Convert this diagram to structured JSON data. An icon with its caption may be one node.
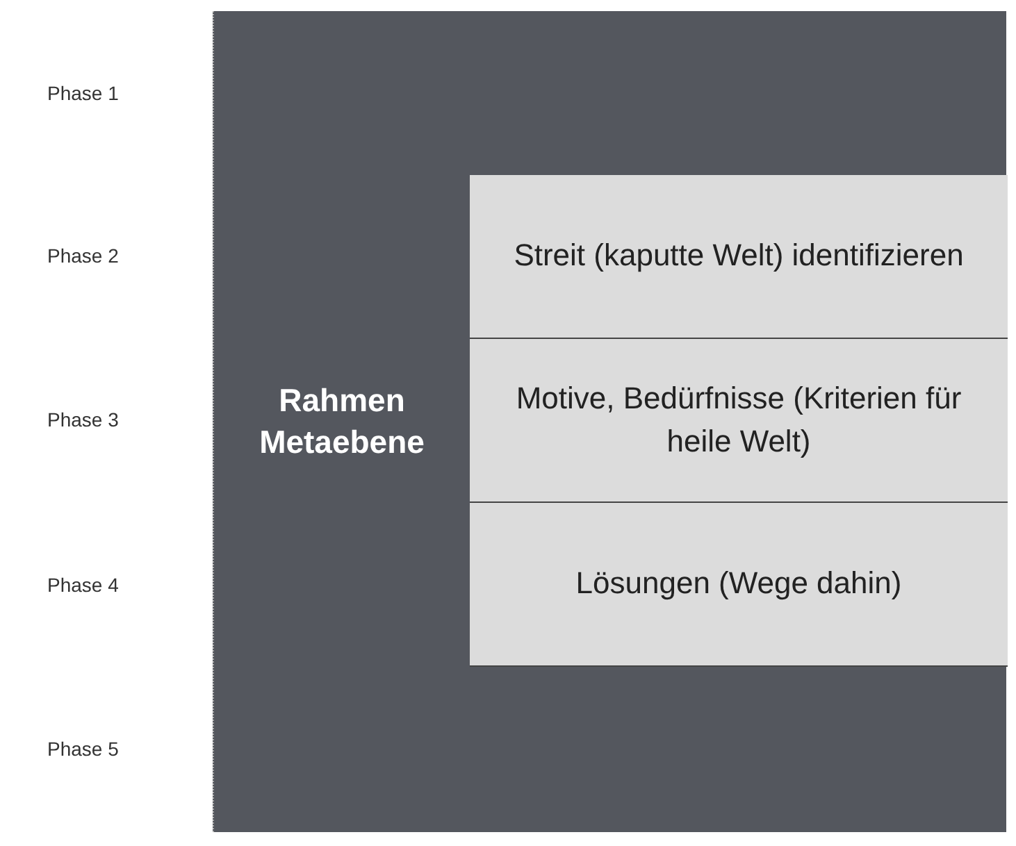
{
  "diagram": {
    "nodes": [
      {
        "text": [
          "Rahmen Metaebene"
        ]
      },
      {
        "text": [
          "Streit (kaputte Welt) identifizieren"
        ],
        "in": 0
      },
      {
        "text": [
          "Motive, Bedürfnisse (Kriterien für heile Welt)"
        ],
        "in": 0
      },
      {
        "text": [
          "Lösungen (Wege dahin)"
        ],
        "in": 0
      }
    ],
    "labels": [
      "Phase 1",
      "Phase 2",
      "Phase 3",
      "Phase 4",
      "Phase 5"
    ]
  }
}
